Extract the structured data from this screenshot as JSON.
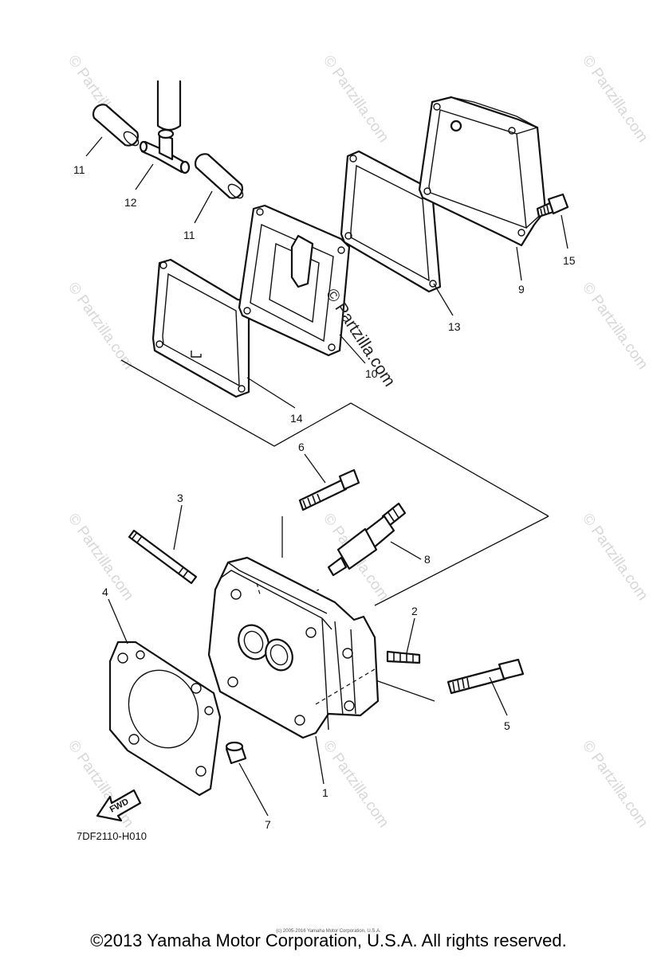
{
  "watermark": {
    "text": "Partzilla.com",
    "symbol": "©",
    "feature_text": "© Partzilla.com"
  },
  "diagram_code": "7DF2110-H010",
  "fwd_arrow_label": "FWD",
  "copyright": "©2013 Yamaha Motor Corporation, U.S.A. All rights reserved.",
  "fine_print": "(c) 2005-2016 Yamaha Motor Corporation, U.S.A.",
  "callouts": {
    "c1": "1",
    "c2": "2",
    "c3": "3",
    "c4": "4",
    "c5": "5",
    "c6": "6",
    "c7": "7",
    "c8": "8",
    "c9": "9",
    "c10": "10",
    "c11a": "11",
    "c11b": "11",
    "c12": "12",
    "c13": "13",
    "c14": "14",
    "c15": "15"
  }
}
